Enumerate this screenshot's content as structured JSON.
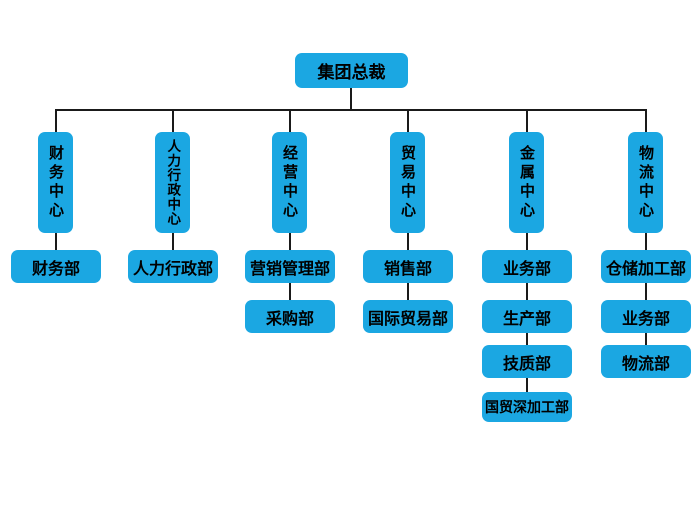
{
  "diagram": {
    "type": "org-chart",
    "root": {
      "label": "集团总裁"
    },
    "columns": [
      {
        "title": "财务中心",
        "departments": [
          "财务部"
        ]
      },
      {
        "title": "人力行政中心",
        "departments": [
          "人力行政部"
        ]
      },
      {
        "title": "经营中心",
        "departments": [
          "营销管理部",
          "采购部"
        ]
      },
      {
        "title": "贸易中心",
        "departments": [
          "销售部",
          "国际贸易部"
        ]
      },
      {
        "title": "金属中心",
        "departments": [
          "业务部",
          "生产部",
          "技质部",
          "国贸深加工部"
        ]
      },
      {
        "title": "物流中心",
        "departments": [
          "仓储加工部",
          "业务部",
          "物流部"
        ]
      }
    ]
  },
  "colors": {
    "node-fill": "#1BA7E2",
    "node-text": "#000000",
    "connector": "#1A1A1A",
    "background": "#FFFFFF"
  }
}
